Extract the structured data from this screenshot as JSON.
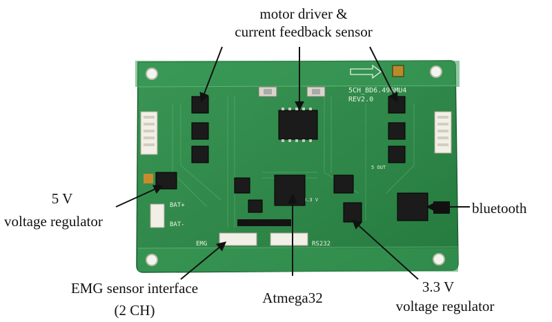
{
  "labels": {
    "motor_driver_line1": "motor driver &",
    "motor_driver_line2": "current feedback sensor",
    "v5_line1": "5 V",
    "v5_line2": "voltage regulator",
    "bluetooth": "bluetooth",
    "emg_line1": "EMG sensor interface",
    "emg_line2": "(2 CH)",
    "atmega": "Atmega32",
    "v33_line1": "3.3 V",
    "v33_line2": "voltage regulator"
  },
  "silkscreen": {
    "board_id": "5CH_BD6.496MU4",
    "revision": "REV2.0",
    "bat_plus": "BAT+",
    "bat_minus": "BAT-",
    "emg": "EMG",
    "rs232": "RS232",
    "v33": "3.3 V",
    "v5out": "5 OUT"
  },
  "colors": {
    "pcb": "#2f8a4a",
    "pcb_dark": "#1f6b36",
    "chip": "#1b1b1b",
    "connector": "#f1efe6",
    "text": "#111111"
  }
}
